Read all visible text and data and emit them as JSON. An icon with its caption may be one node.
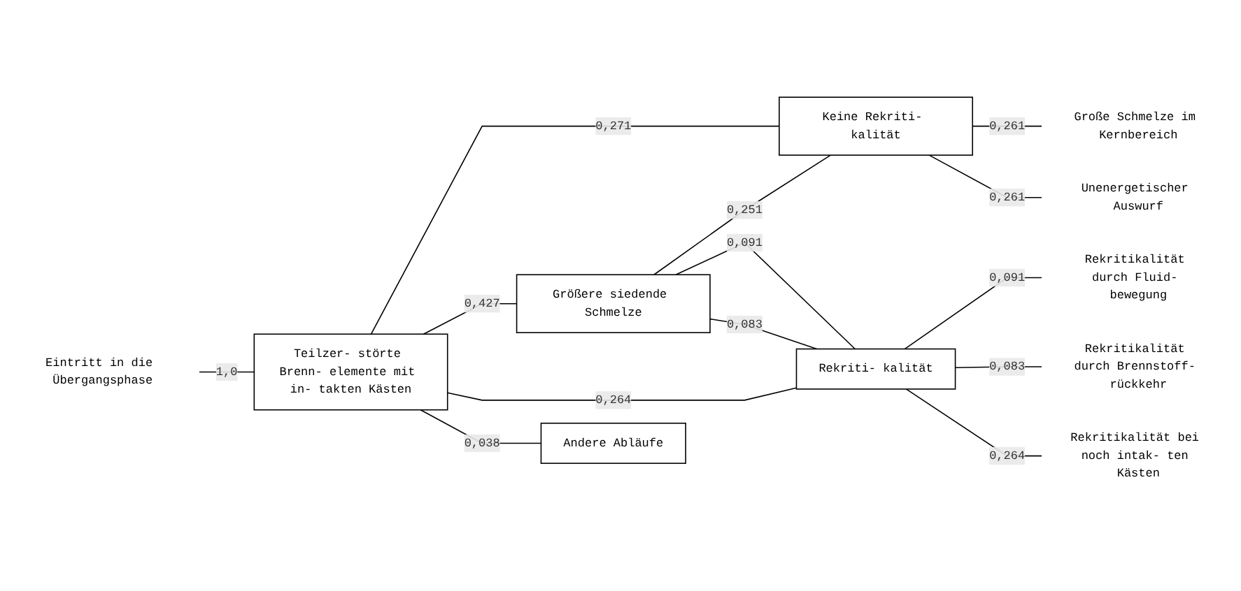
{
  "diagram": {
    "nodes": [
      {
        "text": [
          "Eintritt in die Übergangsphase"
        ]
      },
      {
        "text": [
          "Teilzer- störte Brenn- elemente mit in- takten Kästen"
        ]
      },
      {
        "text": [
          "Größere siedende Schmelze"
        ]
      },
      {
        "text": [
          "Keine Rekriti- kalität"
        ]
      },
      {
        "text": [
          "Rekriti- kalität"
        ]
      },
      {
        "text": [
          "Andere Abläufe"
        ]
      },
      {
        "text": [
          "Große Schmelze im Kernbereich"
        ]
      },
      {
        "text": [
          "Unenergetischer Auswurf"
        ]
      },
      {
        "text": [
          "Rekritikalität durch Fluid- bewegung"
        ]
      },
      {
        "text": [
          "Rekritikalität durch Brennstoff- rückkehr"
        ]
      },
      {
        "text": [
          "Rekritikalität bei noch intak- ten Kästen"
        ]
      }
    ],
    "edges": [
      {
        "from": 0,
        "to": 1,
        "arrow": "none",
        "label": "1,0"
      },
      {
        "from": 1,
        "to": 3,
        "arrow": "none",
        "label": "0,271"
      },
      {
        "from": 1,
        "to": 2,
        "arrow": "none",
        "label": "0,427"
      },
      {
        "from": 1,
        "to": 4,
        "arrow": "none",
        "label": "0,264"
      },
      {
        "from": 1,
        "to": 5,
        "arrow": "none",
        "label": "0,038"
      },
      {
        "from": 2,
        "to": 3,
        "arrow": "none",
        "label": "0,251"
      },
      {
        "from": 2,
        "to": 4,
        "arrow": "none",
        "label": "0,091"
      },
      {
        "from": 2,
        "to": 4,
        "arrow": "none",
        "label": "0,083"
      },
      {
        "from": 3,
        "to": 6,
        "arrow": "none",
        "label": "0,261"
      },
      {
        "from": 3,
        "to": 7,
        "arrow": "none",
        "label": "0,261"
      },
      {
        "from": 4,
        "to": 8,
        "arrow": "none",
        "label": "0,091"
      },
      {
        "from": 4,
        "to": 9,
        "arrow": "none",
        "label": "0,083"
      },
      {
        "from": 4,
        "to": 10,
        "arrow": "none",
        "label": "0,264"
      }
    ]
  }
}
